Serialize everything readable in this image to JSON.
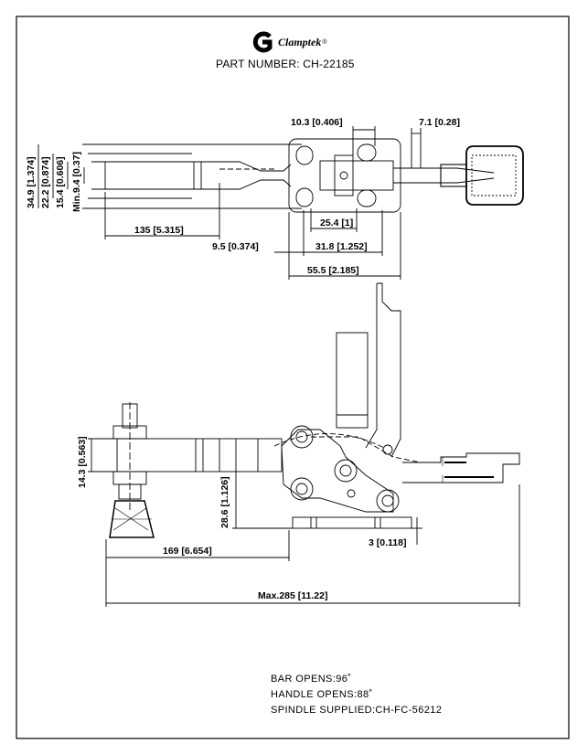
{
  "header": {
    "brand": "Clamptek",
    "brand_mark": "®",
    "part_label": "PART NUMBER:",
    "part_number": "CH-22185"
  },
  "dimensions_top": {
    "d1": "10.3 [0.406]",
    "d2": "7.1 [0.28]",
    "d3": "34.9 [1.374]",
    "d4": "22.2 [0.874]",
    "d5": "15.4 [0.606]",
    "d6": "Min.9.4 [0.37]",
    "d7": "135 [5.315]",
    "d8": "9.5 [0.374]",
    "d9": "25.4 [1]",
    "d10": "31.8 [1.252]",
    "d11": "55.5 [2.185]"
  },
  "dimensions_side": {
    "d1": "14.3 [0.563]",
    "d2": "28.6 [1.126]",
    "d3": "3 [0.118]",
    "d4": "169 [6.654]",
    "d5": "Max.285 [11.22]"
  },
  "notes": {
    "bar_opens": "BAR OPENS:96˚",
    "handle_opens": "HANDLE OPENS:88˚",
    "spindle": "SPINDLE SUPPLIED:CH-FC-56212"
  }
}
